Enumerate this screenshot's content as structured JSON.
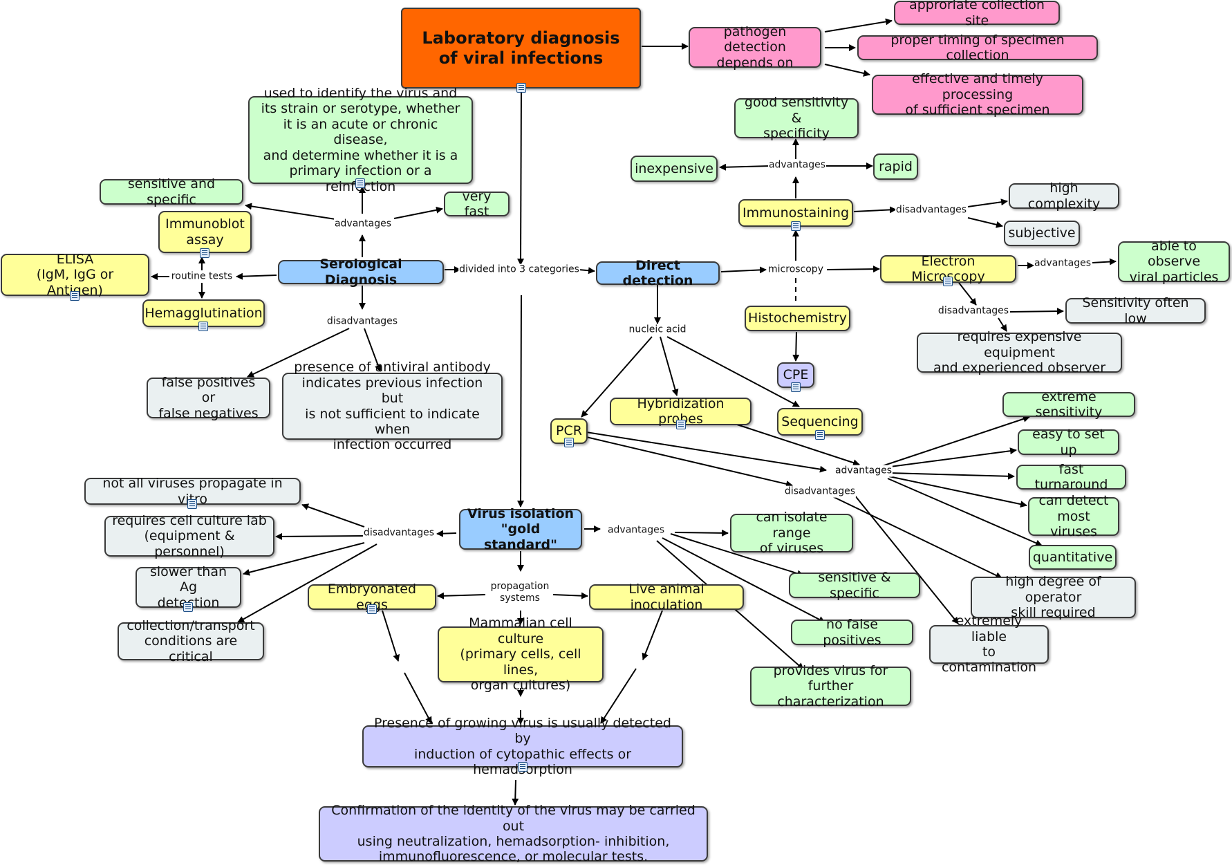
{
  "colors": {
    "root": "#ff6600",
    "pink": "#ff99cc",
    "green": "#ccffcc",
    "yellow": "#ffff99",
    "grey": "#eaf0f1",
    "blue": "#99ccff",
    "lavender": "#ccccff",
    "edge": "#000000"
  },
  "nodes": {
    "root": "Laboratory diagnosis\nof viral infections",
    "pathogen": "pathogen detection\ndepends on",
    "site": "approriate collection site",
    "timing": "proper timing of specimen collection",
    "processing": "effective and timely processing\nof sufficient specimen",
    "used_to": "used to identify the virus and\nits strain or serotype, whether\nit is an acute or chronic disease,\nand determine whether it is a\nprimary infection or a reinfection",
    "sens_spec": "sensitive and specific",
    "very_fast": "very fast",
    "immunoblot": "Immunoblot\nassay",
    "elisa": "ELISA\n(IgM, IgG or Antigen)",
    "hemagg": "Hemagglutination",
    "serological": "Serological  Diagnosis",
    "false_pos": "false positives or\nfalse negatives",
    "antiviral": "presence of antiviral antibody\nindicates previous infection but\nis not sufficient to indicate when\ninfection occurred",
    "good_sens": "good sensitivity &\nspecificity",
    "inexpensive": "inexpensive",
    "rapid": "rapid",
    "immunostaining": "Immunostaining",
    "high_complex": "high complexity",
    "subjective": "subjective",
    "direct": "Direct detection",
    "electron": "Electron Microscopy",
    "observe": "able to observe\nviral particles",
    "sens_low": "Sensitivity often low",
    "expensive": "requires expensive equipment\nand experienced observer",
    "histochem": "Histochemistry",
    "cpe": "CPE",
    "hybrid": "Hybridization probes",
    "sequencing": "Sequencing",
    "pcr": "PCR",
    "extreme": "extreme sensitivity",
    "easy": "easy to set up",
    "fast_turn": "fast turnaround",
    "detect_most": "can detect\nmost viruses",
    "quantitative": "quantitative",
    "operator": "high degree of operator\nskill required",
    "contamination": "extremely liable\nto contamination",
    "not_all": "not all viruses propagate in vitro",
    "cell_lab": "requires cell culture lab\n(equipment & personnel)",
    "slower": "slower than Ag\ndetection",
    "collection": "collection/transport\nconditions are critical",
    "isolation": "Virus isolation\n\"gold standard\"",
    "isolate_range": "can isolate range\nof viruses",
    "sens_spec2": "sensitive & specific",
    "no_false": "no false positives",
    "provides": "provides virus for\nfurther characterization",
    "eggs": "Embryonated eggs",
    "live_animal": "Live animal inoculation",
    "mammalian": "Mammalian cell culture\n(primary cells, cell lines,\norgan cultures)",
    "presence": "Presence of growing virus is usually detected by\ninduction of cytopathic effects or hemadsorption",
    "confirm": "Confirmation of the identity of the virus may be carried out\nusing neutralization, hemadsorption- inhibition,\nimmunofluorescence, or molecular tests."
  },
  "links": {
    "adv_sero": "advantages",
    "routine": "routine tests",
    "disadv_sero": "disadvantages",
    "divided": "divided into 3 categories",
    "adv_immuno": "advantages",
    "disadv_immuno": "disadvantages",
    "microscopy": "microscopy",
    "adv_em": "advantages",
    "disadv_em": "disadvantages",
    "nucleic": "nucleic acid",
    "adv_mol": "advantages",
    "disadv_mol": "disadvantages",
    "disadv_iso": "disadvantages",
    "adv_iso": "advantages",
    "propagation": "propagation\nsystems"
  }
}
